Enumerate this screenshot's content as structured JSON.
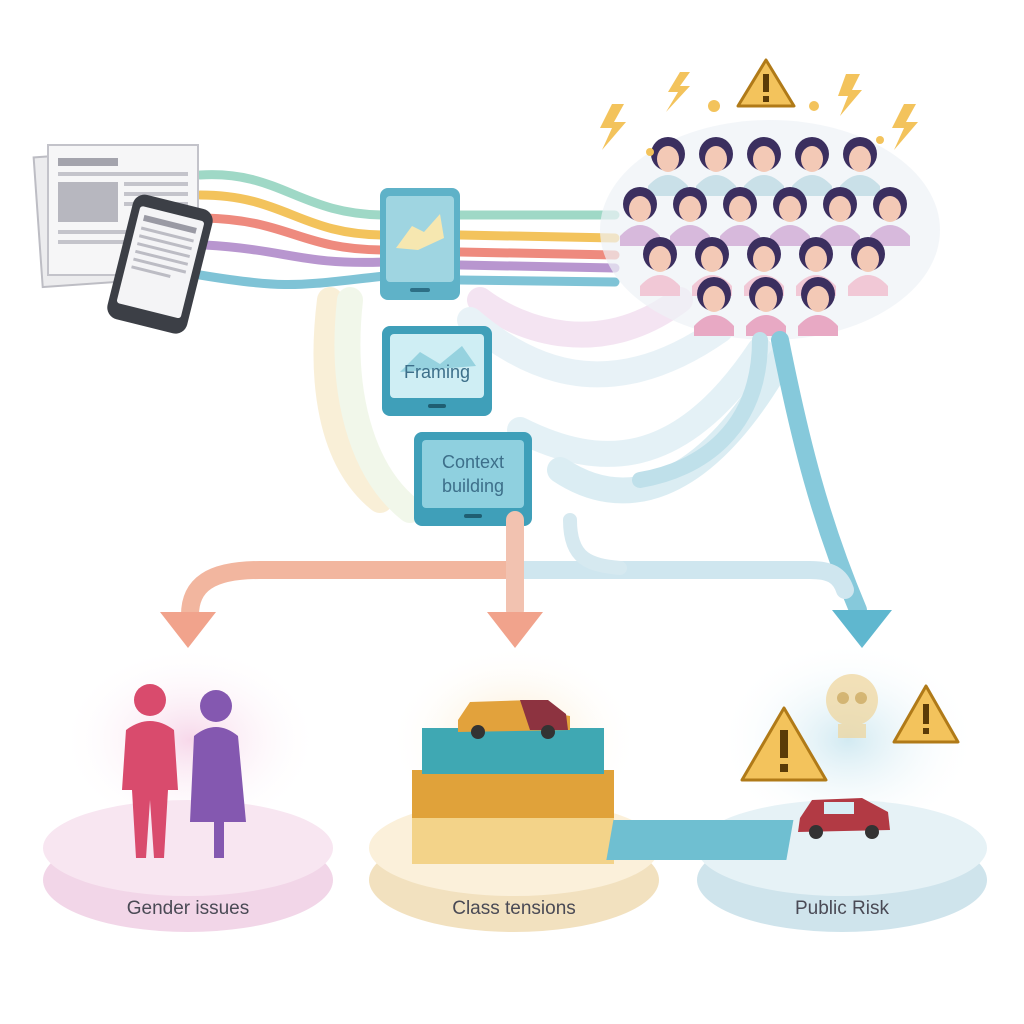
{
  "stages": {
    "framing": {
      "label": "Framing"
    },
    "context": {
      "label_line1": "Context",
      "label_line2": "building"
    }
  },
  "outcomes": [
    {
      "label": "Gender issues",
      "color": "#e8b7d6"
    },
    {
      "label": "Class tensions",
      "color": "#f1d7a6"
    },
    {
      "label": "Public Risk",
      "color": "#b9dbe6"
    }
  ],
  "stream_colors": [
    "#9fd8c6",
    "#f3c35c",
    "#ee8a7e",
    "#b896cf",
    "#7fc3d6"
  ],
  "icons": [
    "newspaper-icon",
    "smartphone-icon",
    "tablet-icon",
    "crowd-icon",
    "warning-icon",
    "car-icon",
    "skull-icon"
  ]
}
